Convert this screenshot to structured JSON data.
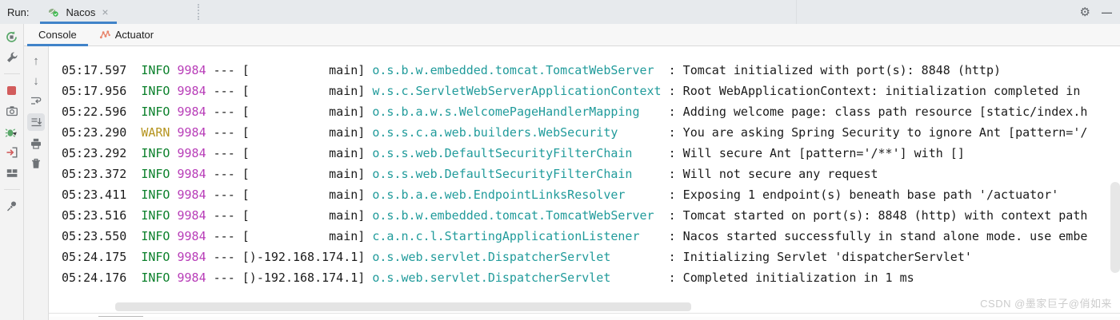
{
  "topbar": {
    "run_label": "Run:",
    "run_tab": {
      "title": "Nacos",
      "close": "×"
    },
    "gear": "⚙",
    "minimize": "—"
  },
  "tabs": {
    "console_label": "Console",
    "actuator_label": "Actuator"
  },
  "toolbar_run_icons": [
    "rerun",
    "settings-wrench",
    "stop",
    "screenshot-camera",
    "restart-debug-bug",
    "exit",
    "layout",
    "pin"
  ],
  "toolbar_console_icons": [
    "up-stacktrace",
    "down-stacktrace",
    "soft-wrap",
    "scroll-to-end",
    "print",
    "clear-trash"
  ],
  "console": {
    "lines": [
      {
        "time": "05:17.597",
        "level": "INFO",
        "pid": "9984",
        "thread": "main",
        "logger": "o.s.b.w.embedded.tomcat.TomcatWebServer",
        "message": "Tomcat initialized with port(s): 8848 (http)"
      },
      {
        "time": "05:17.956",
        "level": "INFO",
        "pid": "9984",
        "thread": "main",
        "logger": "w.s.c.ServletWebServerApplicationContext",
        "message": "Root WebApplicationContext: initialization completed in"
      },
      {
        "time": "05:22.596",
        "level": "INFO",
        "pid": "9984",
        "thread": "main",
        "logger": "o.s.b.a.w.s.WelcomePageHandlerMapping",
        "message": "Adding welcome page: class path resource [static/index.h"
      },
      {
        "time": "05:23.290",
        "level": "WARN",
        "pid": "9984",
        "thread": "main",
        "logger": "o.s.s.c.a.web.builders.WebSecurity",
        "message": "You are asking Spring Security to ignore Ant [pattern='/"
      },
      {
        "time": "05:23.292",
        "level": "INFO",
        "pid": "9984",
        "thread": "main",
        "logger": "o.s.s.web.DefaultSecurityFilterChain",
        "message": "Will secure Ant [pattern='/**'] with []"
      },
      {
        "time": "05:23.372",
        "level": "INFO",
        "pid": "9984",
        "thread": "main",
        "logger": "o.s.s.web.DefaultSecurityFilterChain",
        "message": "Will not secure any request"
      },
      {
        "time": "05:23.411",
        "level": "INFO",
        "pid": "9984",
        "thread": "main",
        "logger": "o.s.b.a.e.web.EndpointLinksResolver",
        "message": "Exposing 1 endpoint(s) beneath base path '/actuator'"
      },
      {
        "time": "05:23.516",
        "level": "INFO",
        "pid": "9984",
        "thread": "main",
        "logger": "o.s.b.w.embedded.tomcat.TomcatWebServer",
        "message": "Tomcat started on port(s): 8848 (http) with context path"
      },
      {
        "time": "05:23.550",
        "level": "INFO",
        "pid": "9984",
        "thread": "main",
        "logger": "c.a.n.c.l.StartingApplicationListener",
        "message": "Nacos started successfully in stand alone mode. use embe"
      },
      {
        "time": "05:24.175",
        "level": "INFO",
        "pid": "9984",
        "thread": ")-192.168.174.1",
        "logger": "o.s.web.servlet.DispatcherServlet",
        "message": "Initializing Servlet 'dispatcherServlet'"
      },
      {
        "time": "05:24.176",
        "level": "INFO",
        "pid": "9984",
        "thread": ")-192.168.174.1",
        "logger": "o.s.web.servlet.DispatcherServlet",
        "message": "Completed initialization in 1 ms"
      }
    ]
  },
  "watermark": "CSDN @墨家巨子@俏如来",
  "colors": {
    "accent_blue": "#4083c9",
    "info_green": "#0b802b",
    "warn_gold": "#b5941f",
    "pid_magenta": "#b83db8",
    "logger_teal": "#219b9b",
    "run_green": "#59a869",
    "stop_red": "#d25c5c",
    "actuator_orange": "#e8836a",
    "nacos_leaf_green": "#6db33f",
    "topbar_bg": "#e7eaed",
    "toolbar_bg": "#f3f3f3"
  }
}
